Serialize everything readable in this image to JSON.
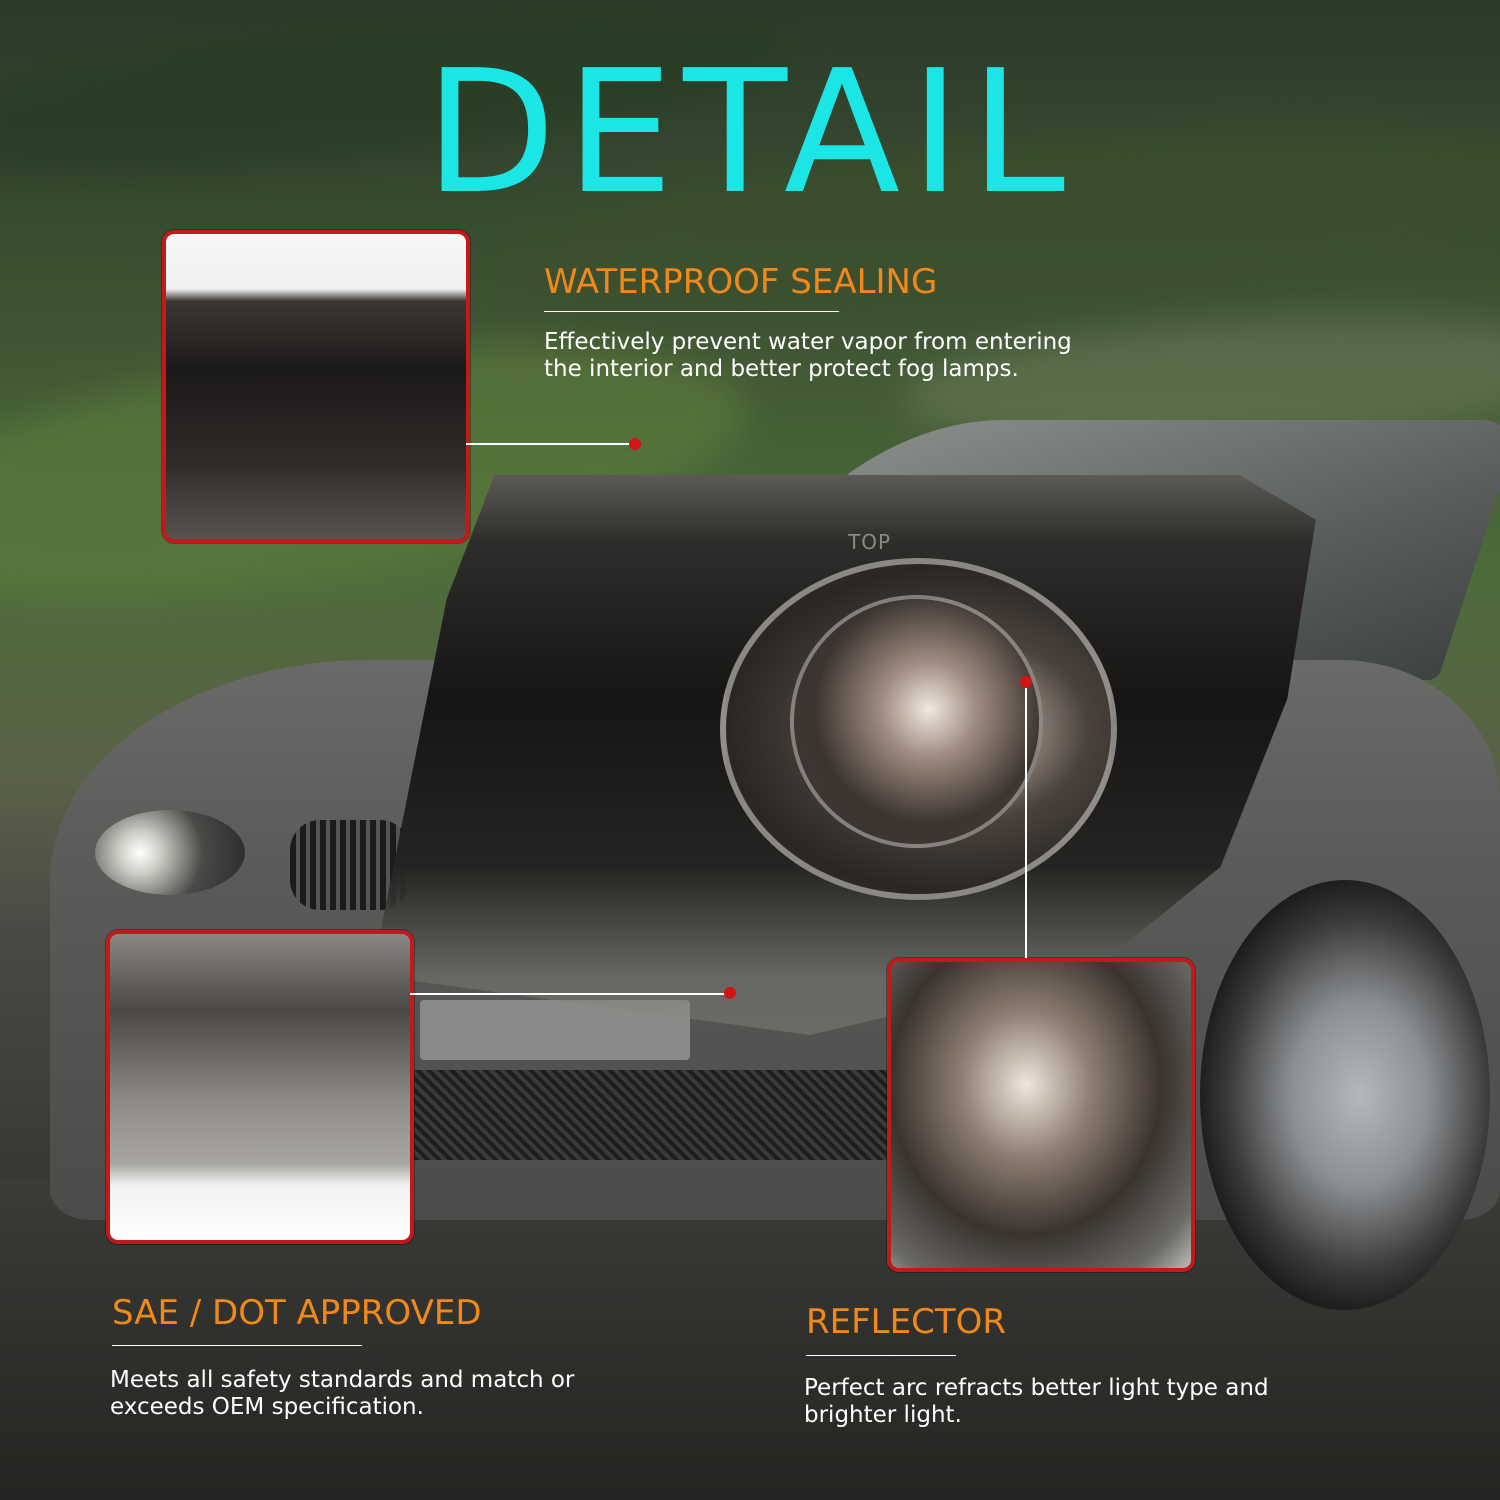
{
  "heading": "DETAIL",
  "lamp_marking": "TOP",
  "features": [
    {
      "title": "WATERPROOF SEALING",
      "description": [
        "Effectively prevent water vapor from entering",
        "the interior and better protect fog lamps."
      ]
    },
    {
      "title": "SAE / DOT APPROVED",
      "description": [
        "Meets all safety standards and match or",
        "exceeds OEM specification."
      ]
    },
    {
      "title": "REFLECTOR",
      "description": [
        "Perfect arc refracts better light type and",
        "brighter light."
      ]
    }
  ],
  "colors": {
    "heading": "#1ce5e5",
    "feature_title": "#f0891a",
    "inset_border": "#c21a1a",
    "callout_dot": "#d01515"
  }
}
